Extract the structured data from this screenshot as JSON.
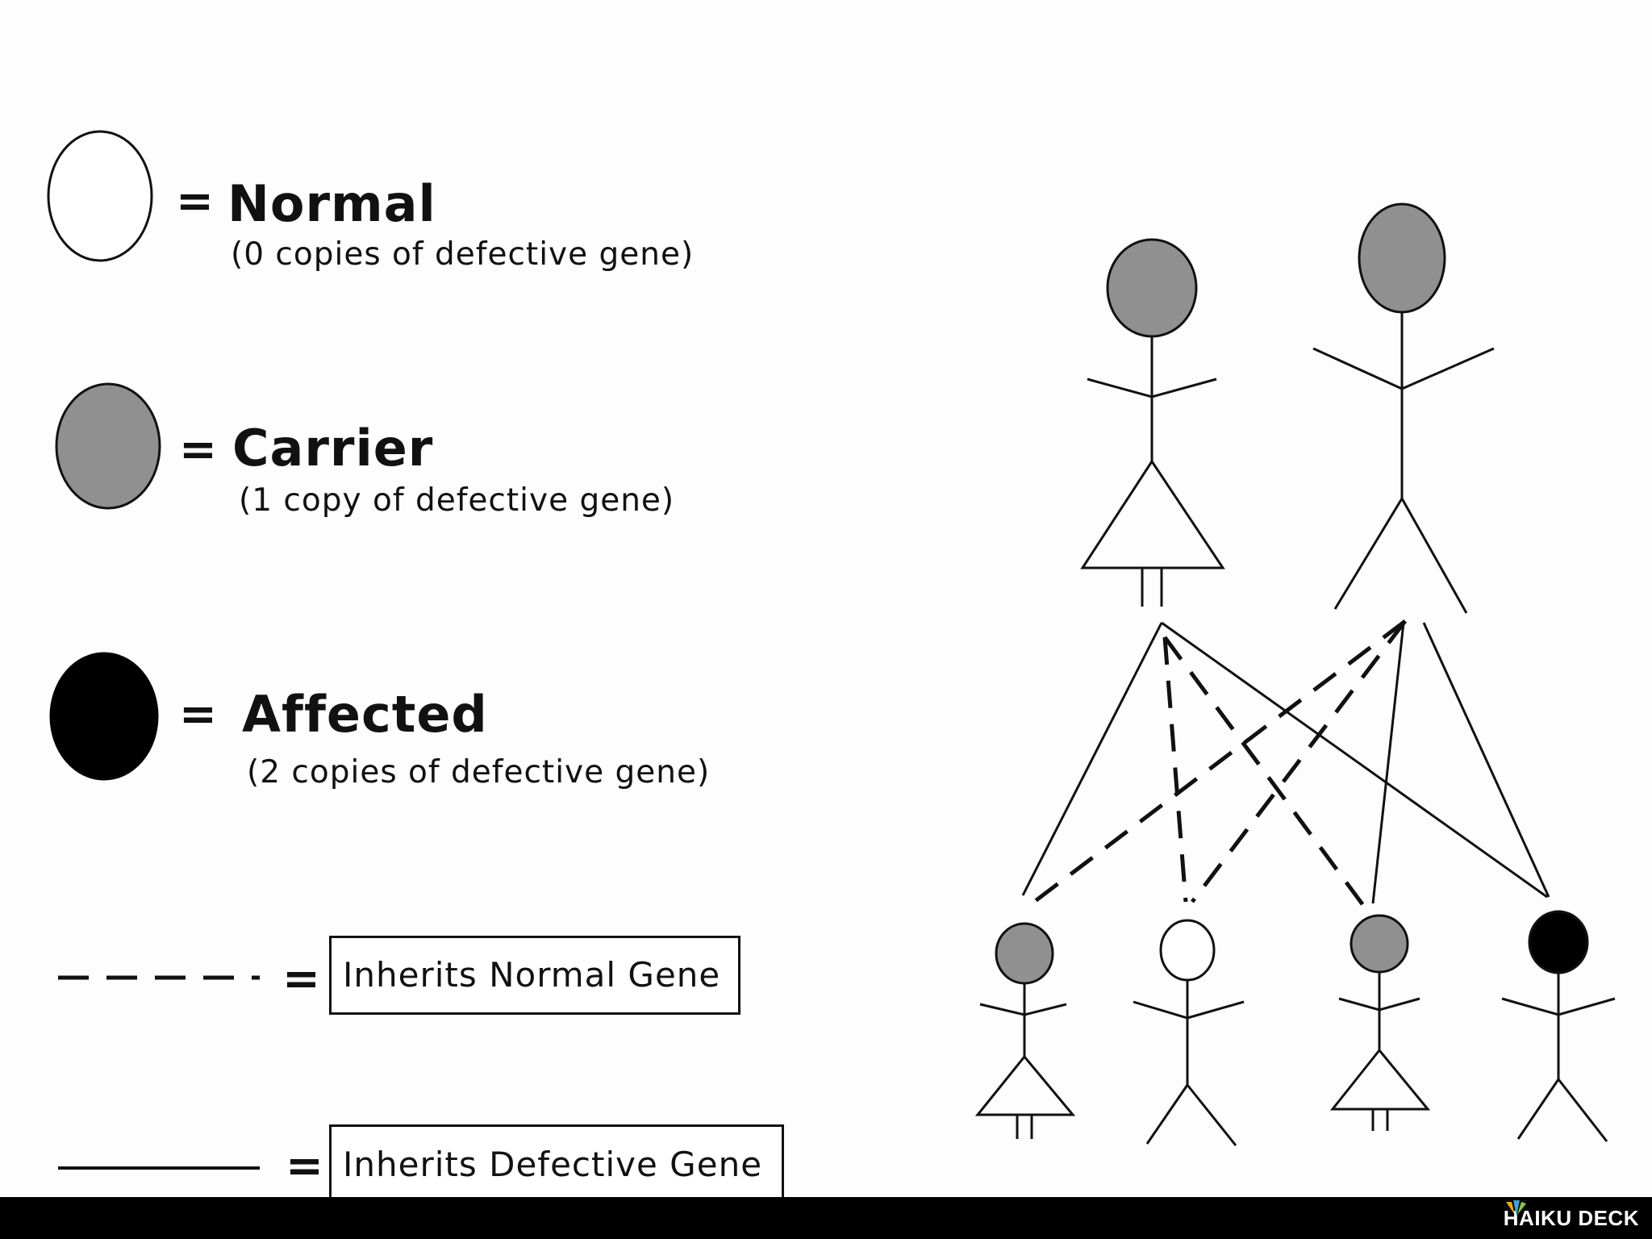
{
  "legend": {
    "normal": {
      "term": "Normal",
      "desc": "(0 copies of defective gene)"
    },
    "carrier": {
      "term": "Carrier",
      "desc": "(1 copy of defective gene)"
    },
    "affected": {
      "term": "Affected",
      "desc": "(2 copies of defective gene)"
    },
    "equals": "=",
    "normal_gene": "Inherits Normal Gene",
    "defective_gene": "Inherits Defective Gene"
  },
  "colors": {
    "carrier": "#909090",
    "affected": "#000000",
    "normal": "#ffffff",
    "line": "#111111"
  },
  "footer": {
    "brand": "HAIKU DECK"
  }
}
